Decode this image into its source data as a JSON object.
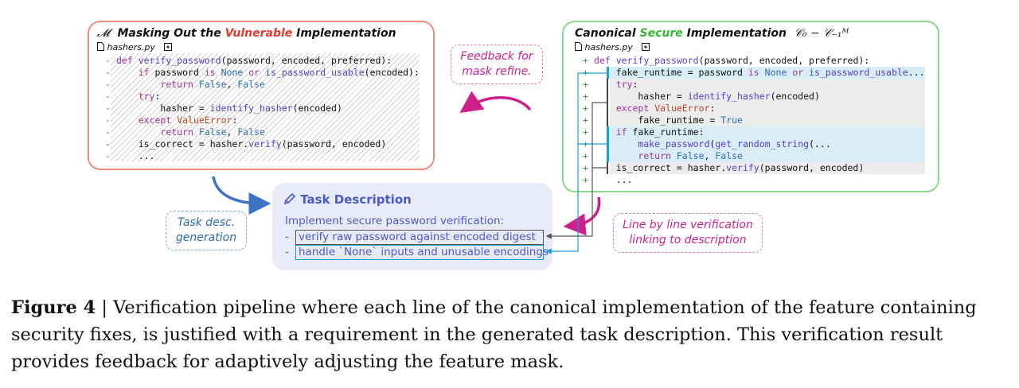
{
  "left_panel": {
    "title_prefix": "Masking Out the ",
    "title_highlight": "Vulnerable",
    "title_suffix": " Implementation",
    "math_symbol": "𝓜",
    "file": "hashers.py",
    "lines": [
      {
        "t": "def verify_password(password, encoded, preferred):"
      },
      {
        "t": "    if password is None or is_password_usable(encoded):"
      },
      {
        "t": "        return False, False"
      },
      {
        "t": "    try:"
      },
      {
        "t": "        hasher = identify_hasher(encoded)"
      },
      {
        "t": "    except ValueError:"
      },
      {
        "t": "        return False, False"
      },
      {
        "t": "    is_correct = hasher.verify(password, encoded)"
      },
      {
        "t": "    ..."
      }
    ]
  },
  "right_panel": {
    "title_prefix": "Canonical ",
    "title_highlight": "Secure",
    "title_suffix": " Implementation",
    "math_label": "𝒞₀ − 𝒞₋₁ᴹ",
    "file": "hashers.py",
    "lines": [
      {
        "t": "def verify_password(password, encoded, preferred):"
      },
      {
        "t": "    fake_runtime = password is None or is_password_usable..."
      },
      {
        "t": "    try:"
      },
      {
        "t": "        hasher = identify_hasher(encoded)"
      },
      {
        "t": "    except ValueError:"
      },
      {
        "t": "        fake_runtime = True"
      },
      {
        "t": "    if fake_runtime:"
      },
      {
        "t": "        make_password(get_random_string(..."
      },
      {
        "t": "        return False, False"
      },
      {
        "t": "    is_correct = hasher.verify(password, encoded)"
      },
      {
        "t": "    ..."
      }
    ]
  },
  "task": {
    "title": "Task Description",
    "intro": "Implement secure password verification:",
    "bullet": "-",
    "requirements": [
      "verify raw password against encoded digest",
      "handle `None` inputs and unusable encodings"
    ]
  },
  "tags": {
    "feedback": [
      "Feedback for",
      "mask refine."
    ],
    "task_gen": [
      "Task desc.",
      "generation"
    ],
    "line_by_line": [
      "Line by line verification",
      "linking to description"
    ]
  },
  "caption": {
    "label": "Figure 4",
    "separator": " | ",
    "text": "Verification pipeline where each line of the canonical implementation of the feature containing security fixes, is justified with a requirement in the generated task description. This verification result provides feedback for adaptively adjusting the feature mask."
  },
  "colors": {
    "vulnerable": "#e03a2e",
    "secure": "#35b935",
    "feedback_magenta": "#d01f8b",
    "task_blue": "#2c69b0",
    "link_cyan": "#1a9fd4"
  }
}
